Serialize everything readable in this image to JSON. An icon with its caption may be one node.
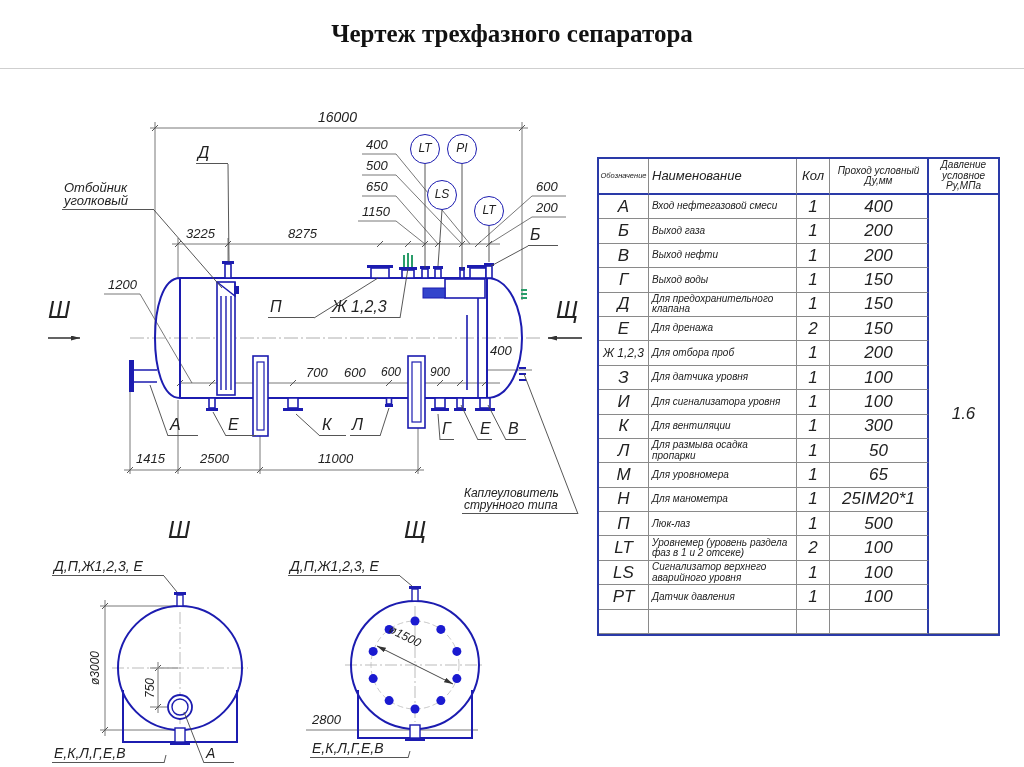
{
  "diagram": {
    "title": "Чертеж трехфазного сепаратора",
    "nodes": [
      {
        "text": [
          "Д"
        ]
      },
      {
        "text": [
          "Отбойник уголковый"
        ]
      },
      {
        "text": [
          "П"
        ]
      },
      {
        "text": [
          "Ж 1,2,3"
        ]
      },
      {
        "text": [
          "А"
        ]
      },
      {
        "text": [
          "Е"
        ]
      },
      {
        "text": [
          "К"
        ]
      },
      {
        "text": [
          "Л"
        ]
      },
      {
        "text": [
          "Г"
        ]
      },
      {
        "text": [
          "Е"
        ]
      },
      {
        "text": [
          "В"
        ]
      },
      {
        "text": [
          "Б"
        ]
      },
      {
        "text": [
          "Каплеуловитель струнного типа"
        ]
      },
      {
        "text": [
          "LT"
        ]
      },
      {
        "text": [
          "PI"
        ]
      },
      {
        "text": [
          "LS"
        ]
      },
      {
        "text": [
          "LT"
        ]
      },
      {
        "text": [
          "Д,П,Ж1,2,3, Е"
        ]
      },
      {
        "text": [
          "Е,К,Л,Г,Е,В"
        ]
      },
      {
        "text": [
          "А"
        ]
      },
      {
        "text": [
          "Д,П,Ж1,2,3, Е"
        ]
      },
      {
        "text": [
          "Е,К,Л,Г,Е,В"
        ]
      },
      {
        "text": [],
        "shape": "picture"
      },
      {
        "text": [],
        "shape": "picture"
      }
    ],
    "edges": [
      {
        "from": 0,
        "to": null,
        "arrow": "none"
      },
      {
        "from": 1,
        "to": null,
        "arrow": "none"
      },
      {
        "from": 2,
        "to": null,
        "arrow": "none"
      },
      {
        "from": 3,
        "to": null,
        "arrow": "none"
      },
      {
        "from": 4,
        "to": null,
        "arrow": "none"
      },
      {
        "from": 5,
        "to": null,
        "arrow": "none"
      },
      {
        "from": 6,
        "to": null,
        "arrow": "none"
      },
      {
        "from": 7,
        "to": null,
        "arrow": "none"
      },
      {
        "from": 8,
        "to": null,
        "arrow": "none"
      },
      {
        "from": 9,
        "to": null,
        "arrow": "none"
      },
      {
        "from": 10,
        "to": null,
        "arrow": "none"
      },
      {
        "from": 11,
        "to": null,
        "arrow": "none"
      },
      {
        "from": 12,
        "to": null,
        "arrow": "none"
      },
      {
        "from": 13,
        "to": null,
        "arrow": "none"
      },
      {
        "from": 14,
        "to": null,
        "arrow": "none"
      },
      {
        "from": 15,
        "to": null,
        "arrow": "none"
      },
      {
        "from": 16,
        "to": null,
        "arrow": "none"
      },
      {
        "from": 17,
        "to": 22,
        "arrow": "none"
      },
      {
        "from": 18,
        "to": null,
        "arrow": "none"
      },
      {
        "from": 19,
        "to": 22,
        "arrow": "none"
      },
      {
        "from": 20,
        "to": 23,
        "arrow": "none"
      },
      {
        "from": 21,
        "to": null,
        "arrow": "none"
      }
    ],
    "labels": [
      "16000",
      "400",
      "500",
      "650",
      "1150",
      "600",
      "200",
      "3225",
      "8275",
      "1200",
      "Ш",
      "Щ",
      "700",
      "600",
      "600",
      "900",
      "400",
      "1415",
      "2500",
      "11000",
      "Ш",
      "Щ",
      "ø3000",
      "750",
      "ø1500",
      "2800",
      "Обозначение",
      "Наименование",
      "Кол",
      "Проход условный Ду,мм",
      "Давление условное Ру,МПа",
      "А",
      "Вход нефтегазовой смеси",
      "1",
      "400",
      "1.6",
      "Б",
      "Выход газа",
      "1",
      "200",
      "В",
      "Выход нефти",
      "1",
      "200",
      "Г",
      "Выход воды",
      "1",
      "150",
      "Д",
      "Для предохранительного клапана",
      "1",
      "150",
      "Е",
      "Для дренажа",
      "2",
      "150",
      "Ж 1,2,3",
      "Для отбора проб",
      "1",
      "200",
      "З",
      "Для датчика уровня",
      "1",
      "100",
      "И",
      "Для сигнализатора уровня",
      "1",
      "100",
      "К",
      "Для вентиляции",
      "1",
      "300",
      "Л",
      "Для размыва осадка пропарки",
      "1",
      "50",
      "М",
      "Для уровномера",
      "1",
      "65",
      "Н",
      "Для манометра",
      "1",
      "25IM20*1",
      "П",
      "Люк-лаз",
      "1",
      "500",
      "LT",
      "Уровнемер (уровень раздела фаз в 1 и 2 отсеке)",
      "2",
      "100",
      "LS",
      "Сигнализатор верхнего аварийного уровня",
      "1",
      "100",
      "PT",
      "Датчик давления",
      "1",
      "100"
    ]
  }
}
